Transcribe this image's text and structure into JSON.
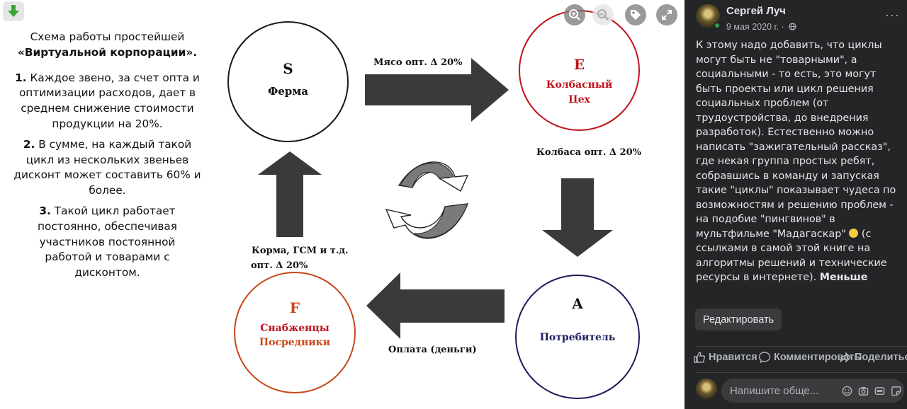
{
  "viewer": {
    "side_text": {
      "title_line1": "Схема работы простейшей",
      "title_line2": "«Виртуальной корпорации».",
      "items": [
        {
          "num": "1.",
          "lines": [
            "Каждое звено, за счет  опта и",
            "оптимизации  расходов, дает в",
            "среднем снижение стоимости",
            "продукции на 20%."
          ]
        },
        {
          "num": "2.",
          "lines": [
            "В сумме, на каждый такой",
            "цикл из нескольких звеньев",
            "дисконт может составить 60% и",
            "более."
          ]
        },
        {
          "num": "3.",
          "lines": [
            "Такой цикл работает",
            "постоянно, обеспечивая",
            "участников постоянной",
            "работой и товарами с",
            "дисконтом."
          ]
        }
      ]
    },
    "diagram": {
      "s_circle": {
        "letter": "S",
        "name": "Ферма"
      },
      "e_circle": {
        "letter": "E",
        "name_line1": "Колбасный",
        "name_line2": "Цех"
      },
      "a_circle": {
        "letter": "A",
        "name": "Потребитель"
      },
      "f_circle": {
        "letter": "F",
        "name_line1": "Снабженцы",
        "name_line2": "Посредники"
      },
      "label_meat": "Мясо опт. Δ 20%",
      "label_sausage": "Колбаса опт. Δ 20%",
      "label_feed_line1": "Корма, ГСМ и т.д.",
      "label_feed_line2": "опт. Δ 20%",
      "label_payment": "Оплата (деньги)"
    },
    "colors": {
      "e_red": "#c0141c",
      "f_orange": "#c8461a",
      "a_navy": "#1c1c5c",
      "arrow": "#3a3a3a"
    },
    "icons": [
      "download-icon",
      "zoom-in-icon",
      "zoom-out-icon",
      "tag-icon",
      "fullscreen-icon"
    ]
  },
  "post": {
    "author": "Сергей Луч",
    "date": "9 мая 2020 г.",
    "date_sep": "·",
    "more": "···",
    "body_main": "К этому надо добавить, что циклы могут быть не \"товарными\", а социальными - то есть, это могут быть проекты или цикл решения социальных проблем (от трудоустройства, до внедрения разработок). Естественно можно написать \"зажигательный рассказ\", где некая группа простых ребят, собравшись в команду и запуская такие \"циклы\" показывает чудеса по возможностям и решению проблем - на подобие \"пингвинов\" в мультфильме \"Мадагаскар\"",
    "body_tail": " (с ссылками в самой этой книге на алгоритмы решений и технические ресурсы в интернете). ",
    "less_link": "Меньше",
    "edit_button": "Редактировать",
    "like": "Нравится",
    "comment": "Комментировать",
    "share": "Поделиться",
    "comment_placeholder": "Напишите обще..."
  }
}
